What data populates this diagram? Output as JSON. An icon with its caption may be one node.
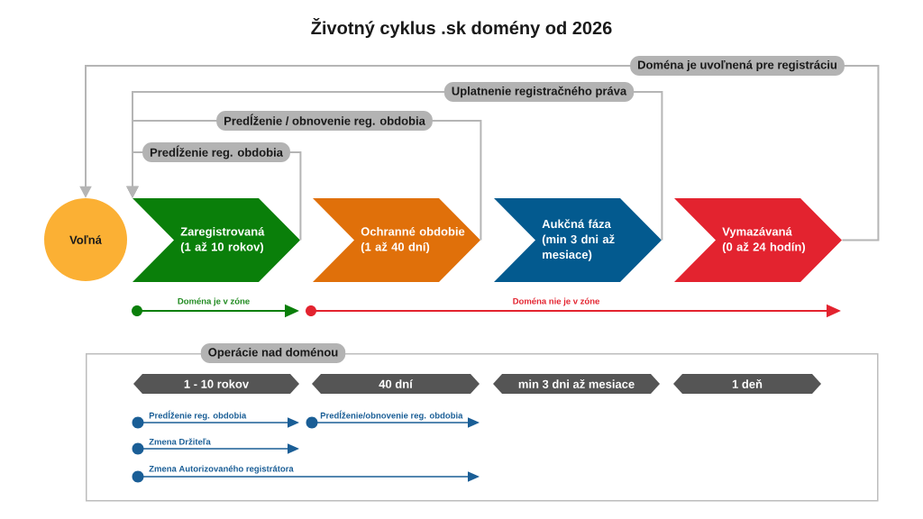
{
  "diagram": {
    "title": "Životný cyklus .sk domény od 2026",
    "nodes": [
      {
        "text": [
          "Voľná"
        ]
      },
      {
        "text": [
          "Zaregistrovaná",
          "(1 až 10 rokov)"
        ]
      },
      {
        "text": [
          "Ochranné obdobie",
          "(1 až 40 dní)"
        ]
      },
      {
        "text": [
          "Aukčná fáza",
          "(min 3 dni až mesiace)"
        ]
      },
      {
        "text": [
          "Vymazávaná",
          "(0 až 24 hodín)"
        ]
      },
      {
        "text": [
          "Operácie nad doménou"
        ]
      },
      {
        "text": [
          "1 - 10 rokov"
        ],
        "in": 5
      },
      {
        "text": [
          "40 dní"
        ],
        "in": 5
      },
      {
        "text": [
          "min 3 dni až mesiace"
        ],
        "in": 5
      },
      {
        "text": [
          "1 deň"
        ],
        "in": 5
      }
    ],
    "edges": [
      {
        "from": 4,
        "to": 0,
        "arrow": "to",
        "label": "Doména je uvoľnená pre registráciu"
      },
      {
        "from": 3,
        "to": 1,
        "arrow": "to",
        "label": "Uplatnenie registračného práva"
      },
      {
        "from": 2,
        "to": 1,
        "arrow": "to",
        "label": "Predĺženie / obnovenie reg. obdobia"
      },
      {
        "from": 1,
        "to": 1,
        "arrow": "to",
        "label": "Predĺženie reg. obdobia"
      }
    ],
    "labels": [
      "Doména je v zóne",
      "Doména nie je v zóne",
      "Predĺženie reg. obdobia",
      "Predĺženie/obnovenie reg. obdobia",
      "Zmena Držiteľa",
      "Zmena Autorizovaného registrátora"
    ]
  }
}
